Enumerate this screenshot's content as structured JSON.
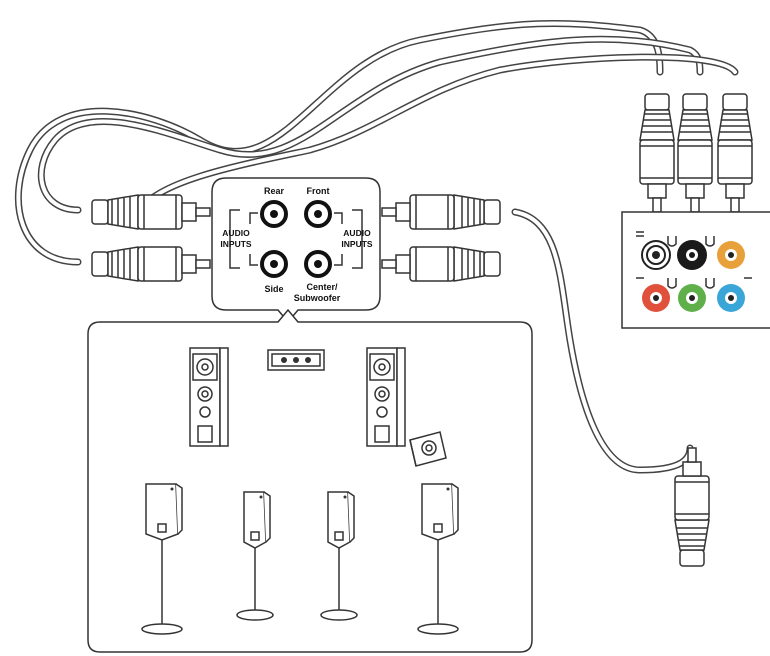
{
  "labels": {
    "rear": "Rear",
    "front": "Front",
    "side": "Side",
    "center_sub_line1": "Center/",
    "center_sub_line2": "Subwoofer",
    "audio_inputs_left_1": "AUDIO",
    "audio_inputs_left_2": "INPUTS",
    "audio_inputs_right_1": "AUDIO",
    "audio_inputs_right_2": "INPUTS"
  },
  "colors": {
    "jack_white": "#ffffff",
    "jack_black": "#1a1a1a",
    "jack_orange": "#e8a13a",
    "jack_red": "#e0503a",
    "jack_green": "#5fb04a",
    "jack_blue": "#3aa6d8",
    "cable": "#444444",
    "outline": "#333333"
  },
  "icons": {
    "speaker_box": "speaker-icon",
    "rca_plug": "rca-plug-icon",
    "audio_jack": "audio-jack-icon"
  }
}
